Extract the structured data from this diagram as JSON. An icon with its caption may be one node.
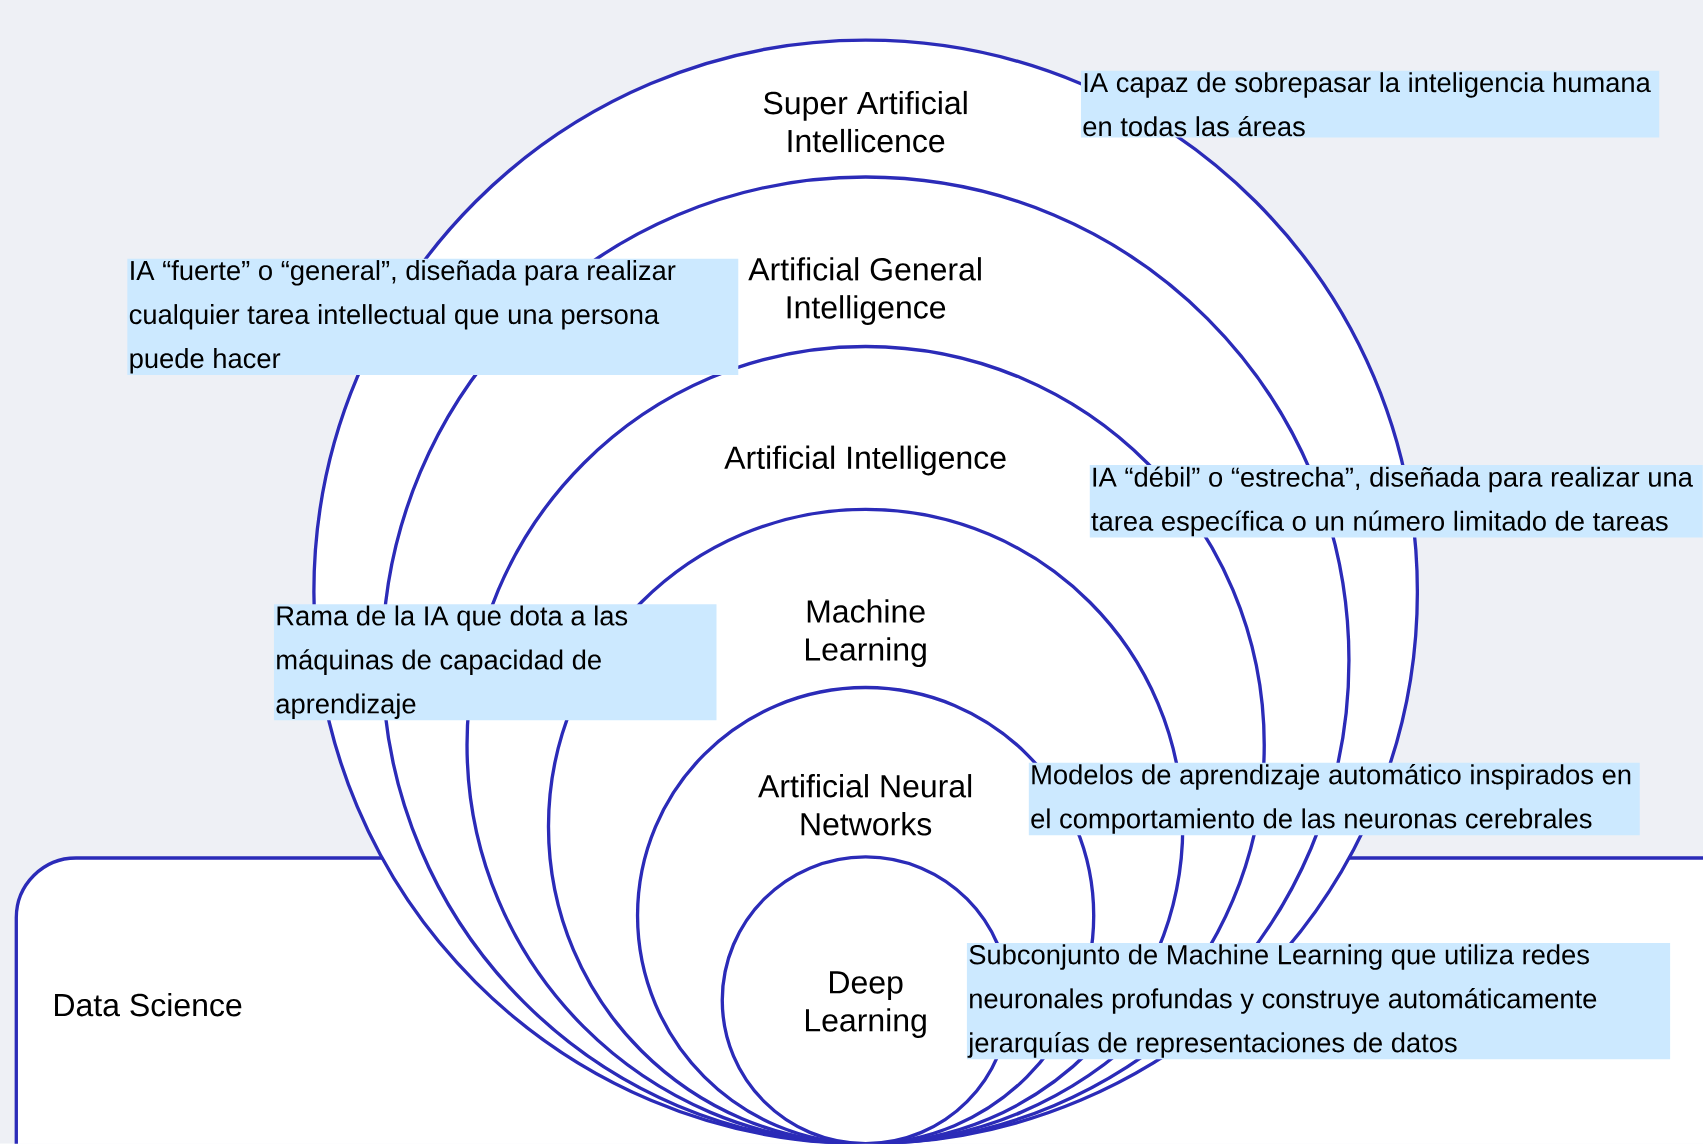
{
  "diagram": {
    "nodes": [
      {
        "text": [
          "Super Artificial Intellicence"
        ],
        "beside": [
          "IA capaz de sobrepasar la inteligencia humana en todas las áreas"
        ]
      },
      {
        "text": [
          "Artificial General Intelligence"
        ],
        "in": 0,
        "beside": [
          "IA “fuerte” o “general”, diseñada para realizar cualquier tarea intellectual que una persona puede hacer"
        ]
      },
      {
        "text": [
          "Artificial Intelligence"
        ],
        "in": 1,
        "beside": [
          "IA “débil” o “estrecha”, diseñada para realizar una tarea específica o un número limitado de tareas"
        ]
      },
      {
        "text": [
          "Machine Learning"
        ],
        "in": 2,
        "beside": [
          "Rama de la IA que dota a las máquinas de capacidad de aprendizaje"
        ]
      },
      {
        "text": [
          "Artificial Neural Networks"
        ],
        "in": 3,
        "beside": [
          "Modelos de aprendizaje automático inspirados en el comportamiento de las neuronas cerebrales"
        ]
      },
      {
        "text": [
          "Deep Learning"
        ],
        "beside": [
          "Subconjunto de Machine Learning que utiliza redes neuronales profundas y construye automáticamente jerarquías de representaciones de datos"
        ]
      },
      {
        "text": [
          "Data Science"
        ]
      }
    ]
  }
}
